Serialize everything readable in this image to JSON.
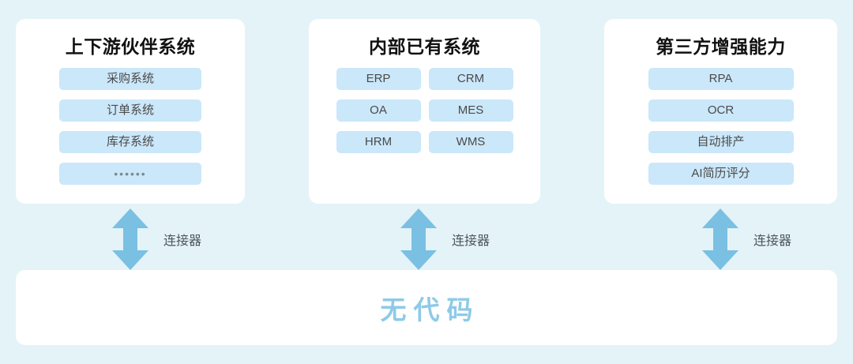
{
  "theme": {
    "page_background": "#e4f3f8",
    "card_background": "#ffffff",
    "chip_background": "#cbe7fa",
    "chip_text": "#4a4a4a",
    "title_text": "#111111",
    "arrow_color": "#7ac0e2",
    "connector_label_text": "#4c565d",
    "bottom_text": "#8ecae8"
  },
  "cards": [
    {
      "title": "上下游伙伴系统",
      "layout": "single-column",
      "items": [
        "采购系统",
        "订单系统",
        "库存系统",
        "••••••"
      ]
    },
    {
      "title": "内部已有系统",
      "layout": "two-column",
      "items": [
        "ERP",
        "CRM",
        "OA",
        "MES",
        "HRM",
        "WMS"
      ]
    },
    {
      "title": "第三方增强能力",
      "layout": "single-column",
      "items": [
        "RPA",
        "OCR",
        "自动排产",
        "AI简历评分"
      ]
    }
  ],
  "connectors": [
    {
      "icon": "double-arrow-vertical-icon",
      "label": "连接器"
    },
    {
      "icon": "double-arrow-vertical-icon",
      "label": "连接器"
    },
    {
      "icon": "double-arrow-vertical-icon",
      "label": "连接器"
    }
  ],
  "bottom_bar": {
    "label": "无代码"
  }
}
